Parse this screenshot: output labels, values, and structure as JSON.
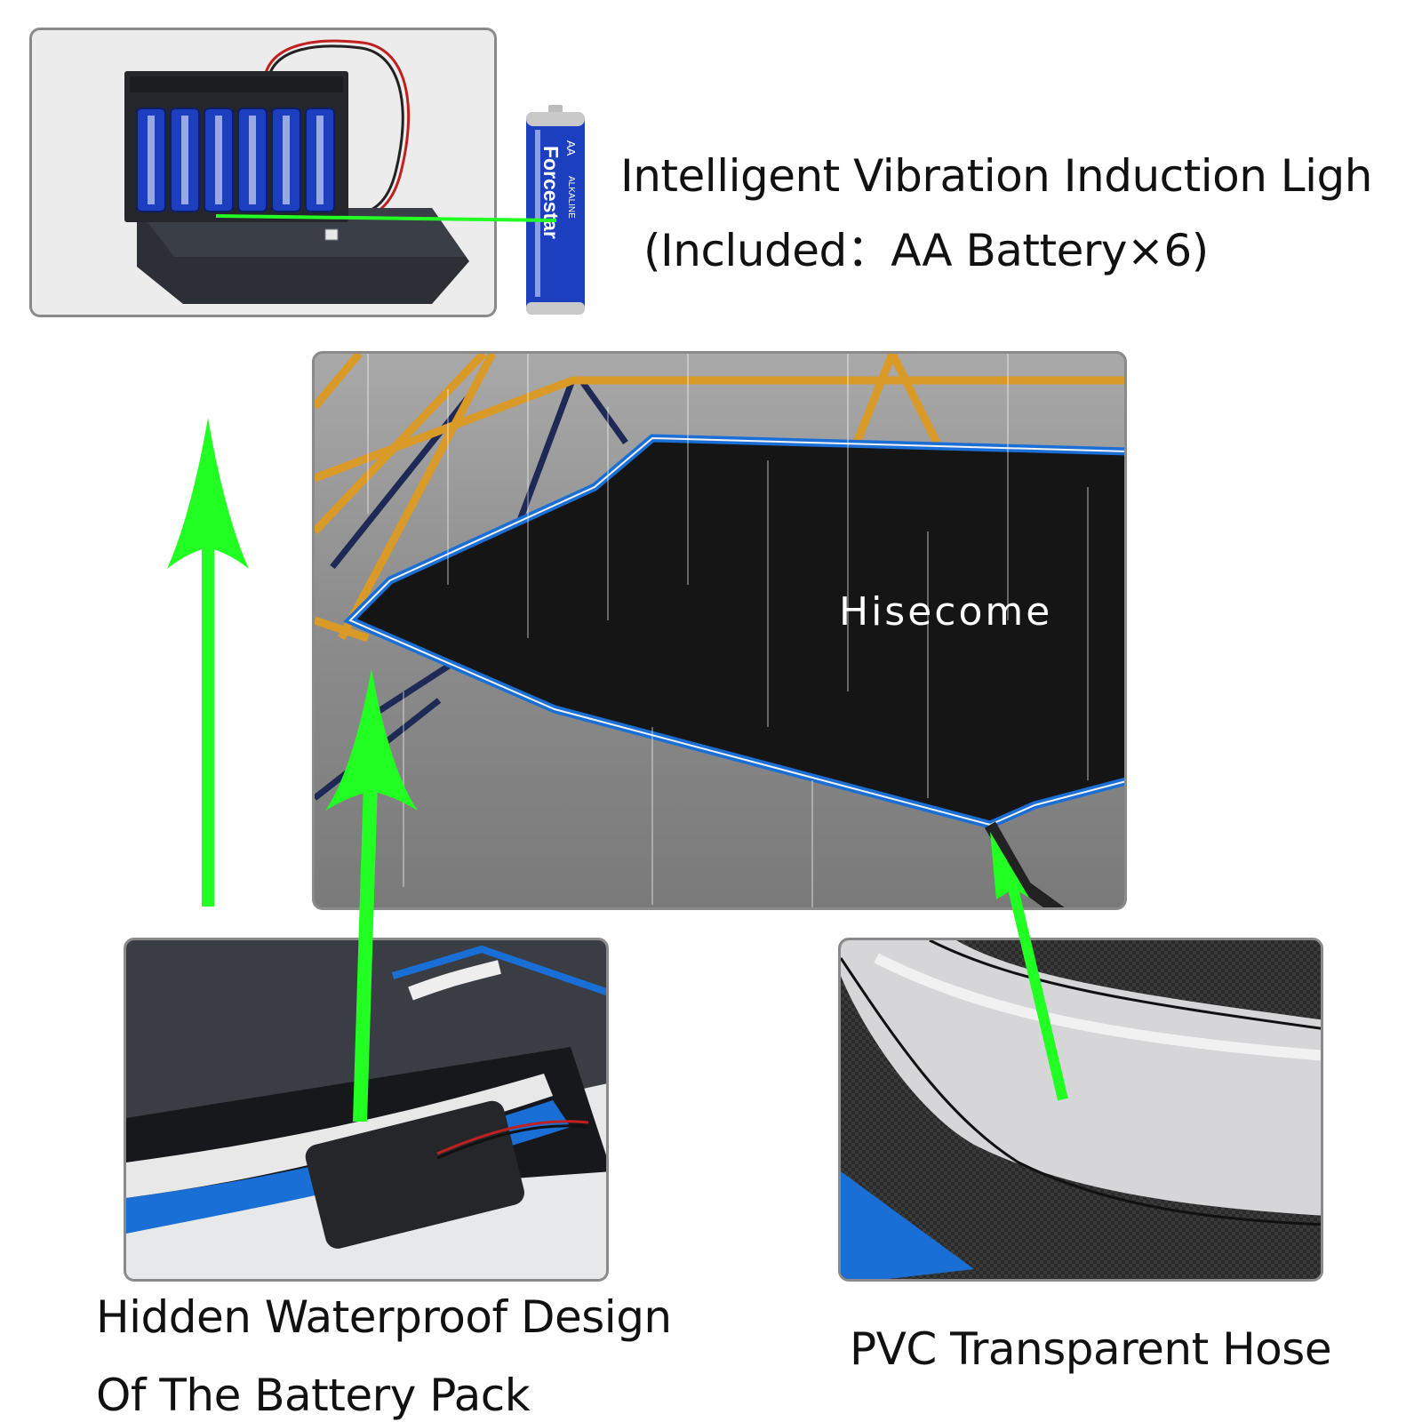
{
  "captions": {
    "light_title": "Intelligent Vibration Induction Ligh",
    "light_included": "(Included：AA Battery×6)",
    "waterproof_line1": "Hidden Waterproof Design",
    "waterproof_line2": "Of The Battery Pack",
    "hose": "PVC Transparent Hose"
  },
  "brand": {
    "logo": "Hisecome",
    "battery_label": "Forcestar",
    "battery_size": "AA",
    "battery_type": "ALKALINE"
  },
  "colors": {
    "arrow": "#22ff22",
    "frame_orange": "#d99a28",
    "frame_navy": "#1e2a55",
    "mat_blue": "#1a6fd6",
    "battery_blue": "#1b3fbf",
    "panel_border": "#8a8a8a"
  },
  "icons": [
    "up-arrow-icon",
    "battery-icon"
  ]
}
